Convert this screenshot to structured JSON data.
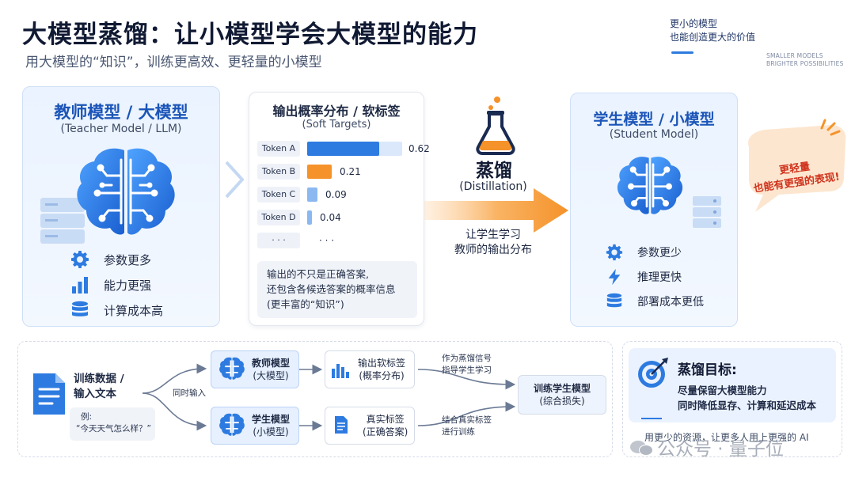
{
  "header": {
    "title": "大模型蒸馏：让小模型学会大模型的能力",
    "subtitle": "用大模型的“知识”，训练更高效、更轻量的小模型",
    "tagline_cn_1": "更小的模型",
    "tagline_cn_2": "也能创造更大的价值",
    "tagline_en_1": "SMALLER MODELS",
    "tagline_en_2": "BRIGHTER POSSIBILITIES"
  },
  "teacher": {
    "title": "教师模型 / 大模型",
    "subtitle": "(Teacher Model / LLM)",
    "features": [
      "参数更多",
      "能力更强",
      "计算成本高"
    ]
  },
  "soft_targets": {
    "title": "输出概率分布 / 软标签",
    "subtitle": "(Soft Targets)",
    "ellipsis": "· · ·",
    "ellipsis_value": "· · ·",
    "note_lines": [
      "输出的不只是正确答案,",
      "还包含各候选答案的概率信息",
      "(更丰富的“知识”)"
    ]
  },
  "chart_data": {
    "type": "bar",
    "categories": [
      "Token A",
      "Token B",
      "Token C",
      "Token D"
    ],
    "values": [
      0.62,
      0.21,
      0.09,
      0.04
    ],
    "value_labels": [
      "0.62",
      "0.21",
      "0.09",
      "0.04"
    ],
    "highlight_color": "#f5922a",
    "bar_color": "#2d7be0",
    "light_bar_color": "#8bb8f0",
    "xlim": [
      0,
      0.72
    ]
  },
  "distillation": {
    "label": "蒸馏",
    "label_en": "(Distillation)",
    "desc_1": "让学生学习",
    "desc_2": "教师的输出分布"
  },
  "student": {
    "title": "学生模型 / 小模型",
    "subtitle": "(Student Model)",
    "features": [
      "参数更少",
      "推理更快",
      "部署成本更低"
    ]
  },
  "callout": {
    "line_1": "更轻量",
    "line_2": "也能有更强的表现!"
  },
  "flow": {
    "input_title_1": "训练数据 /",
    "input_title_2": "输入文本",
    "example_1": "例:",
    "example_2": "“今天天气怎么样？”",
    "simultaneous": "同时输入",
    "teacher_1": "教师模型",
    "teacher_2": "(大模型)",
    "student_1": "学生模型",
    "student_2": "(小模型)",
    "soft_1": "输出软标签",
    "soft_2": "(概率分布)",
    "hard_1": "真实标签",
    "hard_2": "(正确答案)",
    "signal_1": "作为蒸馏信号",
    "signal_2": "指导学生学习",
    "combine_1": "结合真实标签",
    "combine_2": "进行训练",
    "train_1": "训练学生模型",
    "train_2": "(综合损失)"
  },
  "goal": {
    "title": "蒸馏目标:",
    "line_1": "尽量保留大模型能力",
    "line_2": "同时降低显存、计算和延迟成本",
    "footer": "用更少的资源，让更多人用上更强的 AI"
  },
  "watermark": "公众号 · 量子位"
}
